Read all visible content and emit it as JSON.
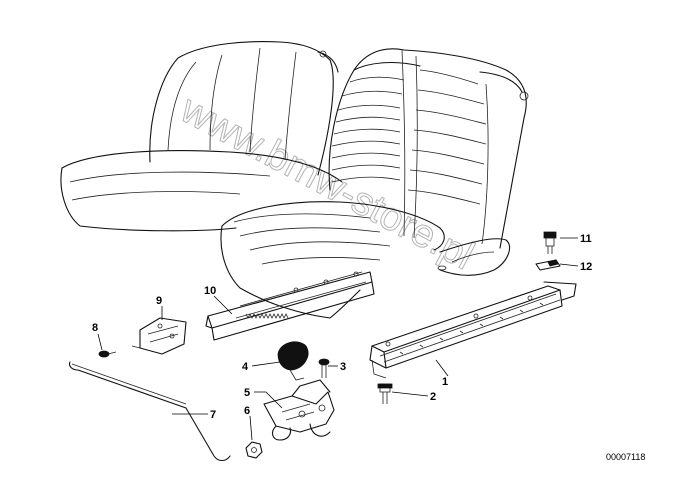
{
  "diagram": {
    "callouts": [
      {
        "id": "c1",
        "label": "1"
      },
      {
        "id": "c2",
        "label": "2"
      },
      {
        "id": "c3",
        "label": "3"
      },
      {
        "id": "c4",
        "label": "4"
      },
      {
        "id": "c5",
        "label": "5"
      },
      {
        "id": "c6",
        "label": "6"
      },
      {
        "id": "c7",
        "label": "7"
      },
      {
        "id": "c8",
        "label": "8"
      },
      {
        "id": "c9",
        "label": "9"
      },
      {
        "id": "c10",
        "label": "10"
      },
      {
        "id": "c11",
        "label": "11"
      },
      {
        "id": "c12",
        "label": "12"
      }
    ],
    "part_number": "00007118",
    "watermark": "www.bmw-store.pl"
  }
}
